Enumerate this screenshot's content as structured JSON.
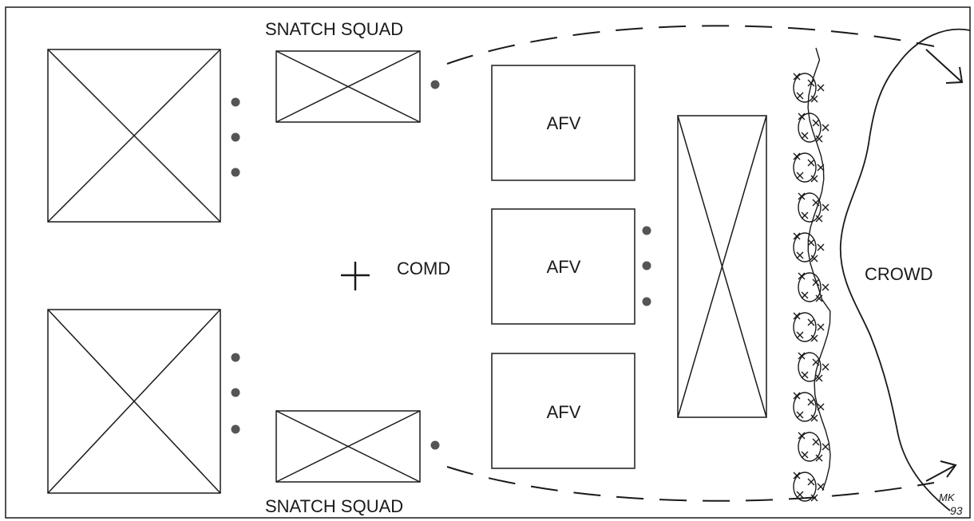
{
  "labels": {
    "snatch_squad_top": "SNATCH SQUAD",
    "snatch_squad_bottom": "SNATCH SQUAD",
    "comd": "COMD",
    "afv_1": "AFV",
    "afv_2": "AFV",
    "afv_3": "AFV",
    "crowd": "CROWD",
    "signature_line1": "MK",
    "signature_line2": "93"
  },
  "colors": {
    "ink": "#1a1a1a",
    "dot": "#555555",
    "background": "#ffffff"
  }
}
